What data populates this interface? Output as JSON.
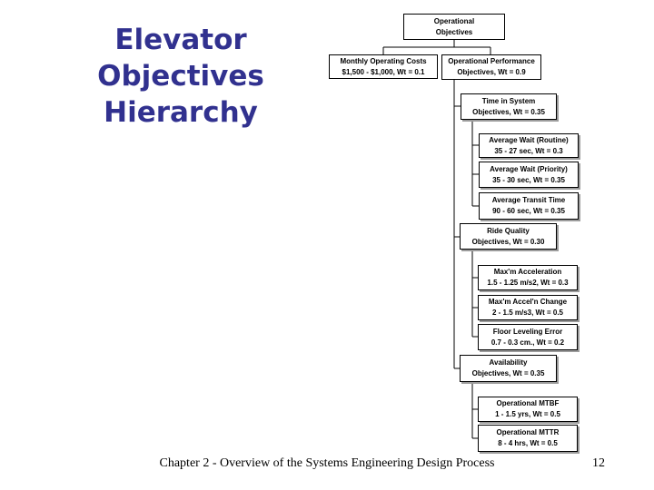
{
  "slide": {
    "title_lines": [
      "Elevator",
      "Objectives",
      "Hierarchy"
    ],
    "title_color": "#31318F",
    "footer": "Chapter 2 - Overview of the Systems Engineering Design Process",
    "page_number": "12"
  },
  "nodes": {
    "root": {
      "line1": "Operational",
      "line2": "Objectives"
    },
    "monthly_costs": {
      "line1": "Monthly Operating Costs",
      "line2": "$1,500 - $1,000, Wt = 0.1"
    },
    "op_performance": {
      "line1": "Operational Performance",
      "line2": "Objectives, Wt = 0.9"
    },
    "time_in_system": {
      "line1": "Time in System",
      "line2": "Objectives, Wt = 0.35"
    },
    "avg_wait_routine": {
      "line1": "Average Wait (Routine)",
      "line2": "35 - 27 sec, Wt = 0.3"
    },
    "avg_wait_priority": {
      "line1": "Average Wait (Priority)",
      "line2": "35 - 30 sec, Wt = 0.35"
    },
    "avg_transit_time": {
      "line1": "Average Transit Time",
      "line2": "90 - 60 sec, Wt = 0.35"
    },
    "ride_quality": {
      "line1": "Ride Quality",
      "line2": "Objectives, Wt = 0.30"
    },
    "max_acceleration": {
      "line1": "Max'm Acceleration",
      "line2": "1.5 - 1.25 m/s2, Wt = 0.3"
    },
    "max_accel_change": {
      "line1": "Max'm Accel'n Change",
      "line2": "2 - 1.5 m/s3, Wt = 0.5"
    },
    "floor_leveling": {
      "line1": "Floor Leveling Error",
      "line2": "0.7 - 0.3 cm., Wt = 0.2"
    },
    "availability": {
      "line1": "Availability",
      "line2": "Objectives, Wt = 0.35"
    },
    "op_mtbf": {
      "line1": "Operational MTBF",
      "line2": "1 - 1.5 yrs, Wt = 0.5"
    },
    "op_mttr": {
      "line1": "Operational MTTR",
      "line2": "8 - 4 hrs, Wt = 0.5"
    }
  },
  "structure": [
    {
      "parent": "Operational Objectives",
      "children": [
        "Monthly Operating Costs",
        "Operational Performance Objectives"
      ]
    },
    {
      "parent": "Operational Performance Objectives",
      "children": [
        "Time in System Objectives",
        "Ride Quality Objectives",
        "Availability Objectives"
      ]
    },
    {
      "parent": "Time in System Objectives",
      "children": [
        "Average Wait (Routine)",
        "Average Wait (Priority)",
        "Average Transit Time"
      ]
    },
    {
      "parent": "Ride Quality Objectives",
      "children": [
        "Max'm Acceleration",
        "Max'm Accel'n Change",
        "Floor Leveling Error"
      ]
    },
    {
      "parent": "Availability Objectives",
      "children": [
        "Operational MTBF",
        "Operational MTTR"
      ]
    }
  ]
}
